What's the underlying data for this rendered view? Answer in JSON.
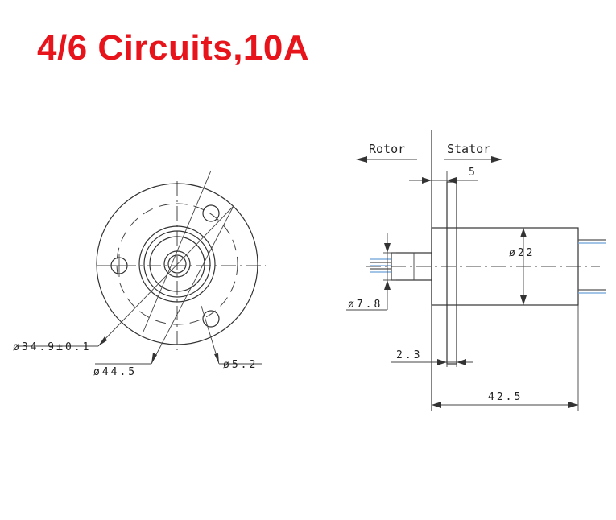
{
  "title": "4/6 Circuits,10A",
  "front_view": {
    "dia_bolt_circle": "ø34.9±0.1",
    "dia_flange": "ø44.5",
    "dia_hole": "ø5.2"
  },
  "side_view": {
    "rotor_label": "Rotor",
    "stator_label": "Stator",
    "dim_flange_offset": "5",
    "dim_body_dia": "ø22",
    "dim_shaft_dia": "ø7.8",
    "dim_flange_thickness": "2.3",
    "dim_length": "42.5"
  },
  "colors": {
    "title": "#e8141b",
    "lines": "#333333",
    "wire_blue": "#6aa0d8"
  }
}
